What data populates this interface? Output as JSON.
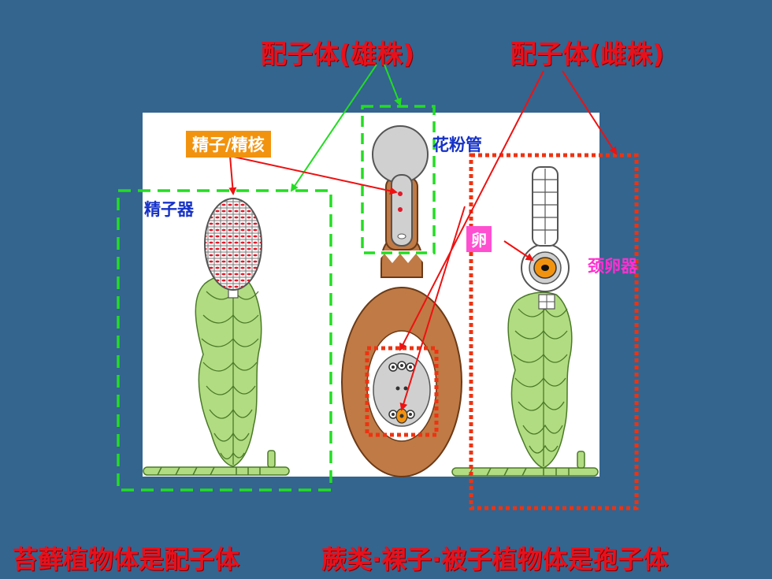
{
  "titles": {
    "male_gametophyte": "配子体(雄株)",
    "female_gametophyte": "配子体(雌株)"
  },
  "labels": {
    "sperm_nucleus": "精子/精核",
    "antheridium": "精子器",
    "pollen_tube": "花粉管",
    "egg": "卵",
    "archegonium": "颈卵器"
  },
  "captions": {
    "moss": "苔藓植物体是配子体",
    "others": "蕨类·裸子·被子植物体是孢子体"
  },
  "colors": {
    "background": "#33658f",
    "title_red": "#e8111b",
    "green_dash": "#22dd22",
    "red_dot": "#ee2211",
    "brown": "#c07a45",
    "leaf": "#b2dc82"
  }
}
